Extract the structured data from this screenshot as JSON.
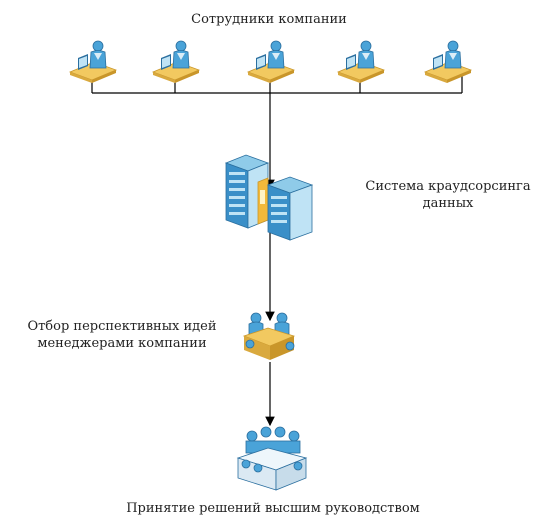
{
  "labels": {
    "employees": "Сотрудники компании",
    "system_line1": "Система краудсорсинга",
    "system_line2": "данных",
    "selection_line1": "Отбор перспективных идей",
    "selection_line2": "менеджерами компании",
    "decision": "Принятие решений высшим руководством"
  },
  "icons": {
    "workstation": "person-at-desk-icon",
    "server": "server-rack-icon",
    "meeting": "meeting-table-icon",
    "board": "board-meeting-icon"
  },
  "workstation_count": 5,
  "colors": {
    "line": "#000000",
    "person": "#4aa3d8",
    "person_dark": "#2b6f9f",
    "desk": "#f2c960",
    "desk_dark": "#c9962a",
    "server": "#3a8fc8",
    "server_light": "#bfe3f5",
    "server_accent": "#f2b93a"
  }
}
